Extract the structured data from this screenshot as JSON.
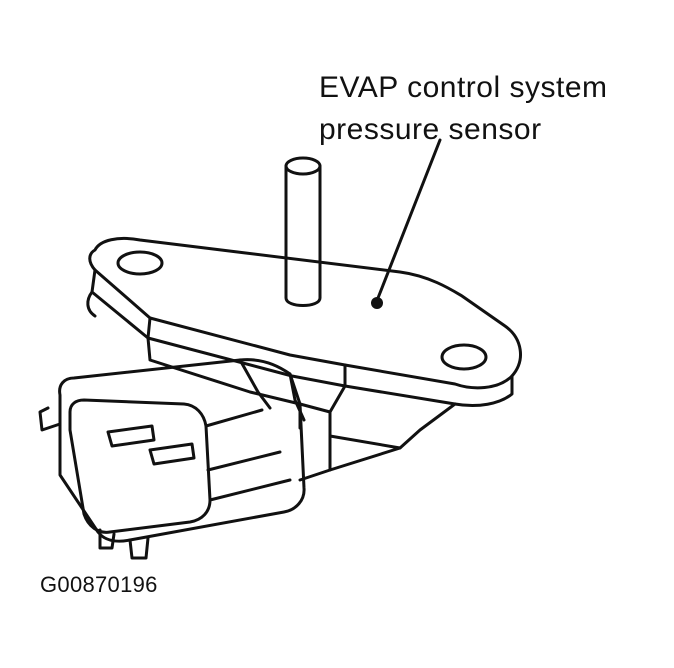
{
  "callout": {
    "line1": "EVAP control system",
    "line2": "pressure sensor"
  },
  "figure_id": "G00870196",
  "colors": {
    "ink": "#111111",
    "paper": "#ffffff"
  }
}
